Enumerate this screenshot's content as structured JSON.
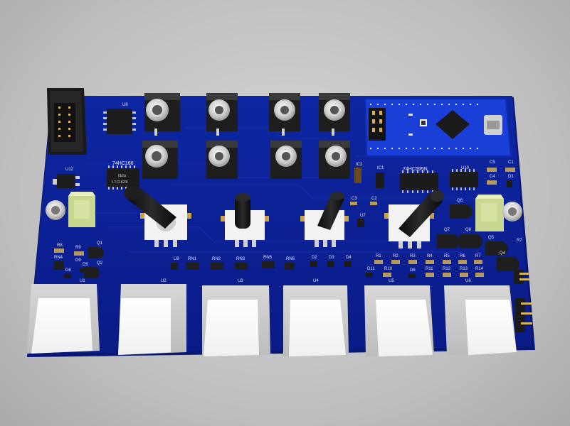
{
  "colors": {
    "background": "#bdbdbd",
    "pcb": "#0b1f8f",
    "pcb_edge": "#08166b",
    "silkscreen": "#f2f2f2",
    "ic_body": "#1c1c1c",
    "pad": "#c9a24a",
    "jack_body": "#2a2a2a",
    "knob": "#161616",
    "pot_body": "#f3f3f3",
    "keycap": "#f4f4f4",
    "keycap_shadow": "#9e9e9e",
    "nano_board": "#1437c9",
    "audio_jack": "#d9e6a8"
  },
  "icons": {
    "jack": "jack-socket-icon",
    "pot": "potentiometer-icon",
    "switch": "key-switch-icon",
    "transistor": "to92-transistor-icon"
  },
  "labels": {
    "u8": "U8",
    "u8_chip": "",
    "u12": "U12",
    "chip_74hc166": "74HC166",
    "chip_74hc166_body1": "0b1b",
    "chip_74hc166_body2": "LTC1623I",
    "u9": "U9",
    "ic2": "IC2",
    "ic1": "IC1",
    "c3": "C3",
    "c2": "C2",
    "u7": "U7",
    "chip_74hc595": "74HC595N",
    "u10": "U10",
    "c5": "C5",
    "c1": "C1",
    "c4": "C4",
    "d1": "D1",
    "q6": "Q6",
    "q7": "Q7",
    "q8": "Q8",
    "q5": "Q5",
    "q4": "Q4",
    "r7": "R7",
    "r8": "R8",
    "r9": "R9",
    "q1": "Q1",
    "rn4": "RN4",
    "d9": "D9",
    "d5": "D5",
    "q2": "Q2",
    "d8": "D8",
    "rn1": "RN1",
    "rn2": "RN2",
    "rn3": "RN3",
    "rn5": "RN5",
    "rn6": "RN6",
    "d2": "D2",
    "d3": "D3",
    "d4": "D4",
    "r1": "R1",
    "r2": "R2",
    "r3": "R3",
    "r4": "R4",
    "r5": "R5",
    "r6": "R6",
    "r7b": "R7",
    "d11": "D11",
    "r10": "R10",
    "d6": "D6",
    "r11": "R11",
    "r12": "R12",
    "r13": "R13",
    "r14": "R14",
    "switches": [
      "U1",
      "U2",
      "U3",
      "U4",
      "U5",
      "U6"
    ]
  }
}
